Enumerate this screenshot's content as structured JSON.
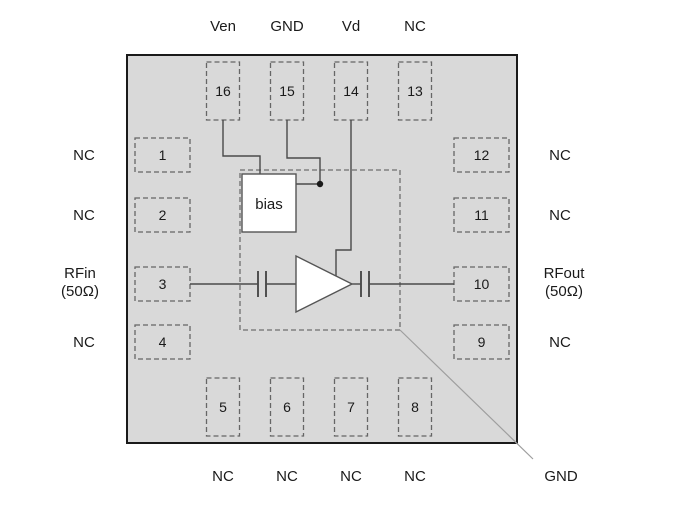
{
  "colors": {
    "package_fill": "#d9d9d9",
    "outline": "#1a1a1a",
    "pad_dash": "#666666",
    "wire": "#4a4a4a",
    "callout_line": "#9e9e9e"
  },
  "bias_label": "bias",
  "paddle_label": "GND",
  "pins": {
    "top": [
      {
        "number": "16",
        "label": "Ven"
      },
      {
        "number": "15",
        "label": "GND"
      },
      {
        "number": "14",
        "label": "Vd"
      },
      {
        "number": "13",
        "label": "NC"
      }
    ],
    "left": [
      {
        "number": "1",
        "label": "NC"
      },
      {
        "number": "2",
        "label": "NC"
      },
      {
        "number": "3",
        "label": "RFin",
        "sublabel": "(50Ω)"
      },
      {
        "number": "4",
        "label": "NC"
      }
    ],
    "right": [
      {
        "number": "12",
        "label": "NC"
      },
      {
        "number": "11",
        "label": "NC"
      },
      {
        "number": "10",
        "label": "RFout",
        "sublabel": "(50Ω)"
      },
      {
        "number": "9",
        "label": "NC"
      }
    ],
    "bottom": [
      {
        "number": "5",
        "label": "NC"
      },
      {
        "number": "6",
        "label": "NC"
      },
      {
        "number": "7",
        "label": "NC"
      },
      {
        "number": "8",
        "label": "NC"
      }
    ]
  }
}
